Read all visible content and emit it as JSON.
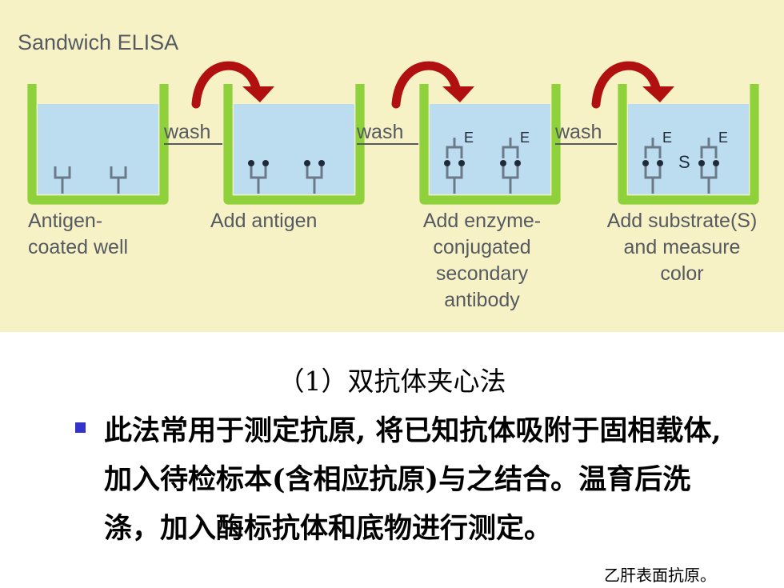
{
  "figure": {
    "title": "Sandwich ELISA",
    "wash_label": "wash",
    "steps": [
      {
        "label_lines": [
          "Antigen-",
          "coated well"
        ]
      },
      {
        "label_lines": [
          "Add antigen"
        ]
      },
      {
        "label_lines": [
          "Add enzyme-",
          "conjugated",
          "secondary",
          "antibody"
        ]
      },
      {
        "label_lines": [
          "Add substrate(S)",
          "and measure",
          "color"
        ]
      }
    ],
    "enzyme_label": "E",
    "substrate_label": "S",
    "colors": {
      "background": "#f7f1c6",
      "liquid": "#bcdcf0",
      "well_wall": "#8fd13b",
      "arrow": "#b01010",
      "text": "#555a60",
      "bullet": "#3333cc"
    }
  },
  "heading": "（1）双抗体夹心法",
  "body_text": "此法常用于测定抗原, 将已知抗体吸附于固相载体, 加入待检标本(含相应抗原)与之结合。温育后洗涤，加入酶标抗体和底物进行测定。",
  "footnote": "乙肝表面抗原。"
}
